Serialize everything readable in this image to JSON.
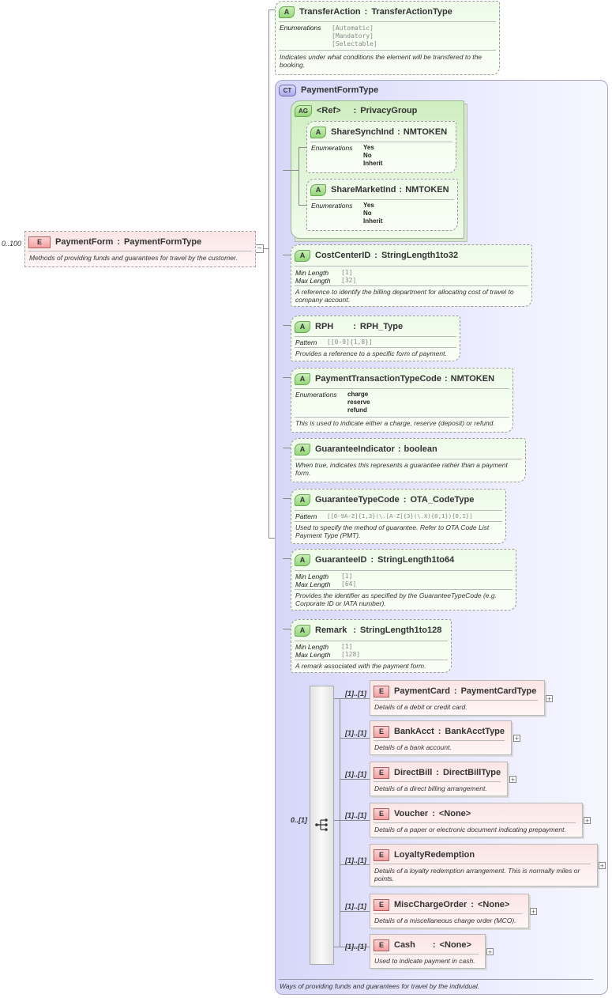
{
  "root": {
    "badge": "E",
    "name": "PaymentForm",
    "type": "PaymentFormType",
    "occurrence": "0..100",
    "description": "Methods of providing funds and guarantees for travel by the customer."
  },
  "transfer_action": {
    "badge": "A",
    "name": "TransferAction",
    "type": "TransferActionType",
    "enum_label": "Enumerations",
    "enums": [
      "[Automatic]",
      "[Mandatory]",
      "[Selectable]"
    ],
    "description": "Indicates under what conditions the element will be transfered to the booking."
  },
  "complex_type": {
    "badge": "CT",
    "name": "PaymentFormType",
    "description": "Ways of providing funds and guarantees for travel by the individual."
  },
  "privacy_group": {
    "badge": "AG",
    "ref": "<Ref>",
    "name": "PrivacyGroup",
    "attrs": [
      {
        "badge": "A",
        "name": "ShareSynchInd",
        "type": "NMTOKEN",
        "enum_label": "Enumerations",
        "enums": [
          "Yes",
          "No",
          "Inherit"
        ]
      },
      {
        "badge": "A",
        "name": "ShareMarketInd",
        "type": "NMTOKEN",
        "enum_label": "Enumerations",
        "enums": [
          "Yes",
          "No",
          "Inherit"
        ]
      }
    ]
  },
  "attributes": [
    {
      "badge": "A",
      "name": "CostCenterID",
      "type": "StringLength1to32",
      "facets": [
        {
          "label": "Min Length",
          "value": "[1]"
        },
        {
          "label": "Max Length",
          "value": "[32]"
        }
      ],
      "description": "A reference to identify the billing department for allocating cost of travel to company account."
    },
    {
      "badge": "A",
      "name": "RPH",
      "type": "RPH_Type",
      "facets": [
        {
          "label": "Pattern",
          "value": "[[0-9]{1,8}]"
        }
      ],
      "description": "Provides a reference to a specific form of payment."
    },
    {
      "badge": "A",
      "name": "PaymentTransactionTypeCode",
      "type": "NMTOKEN",
      "enum_label": "Enumerations",
      "enums": [
        "charge",
        "reserve",
        "refund"
      ],
      "description": "This is used to indicate either a charge, reserve (deposit) or refund."
    },
    {
      "badge": "A",
      "name": "GuaranteeIndicator",
      "type": "boolean",
      "description": "When true, indicates this represents a guarantee rather than a payment form."
    },
    {
      "badge": "A",
      "name": "GuaranteeTypeCode",
      "type": "OTA_CodeType",
      "facets": [
        {
          "label": "Pattern",
          "value": "[[0-9A-Z]{1,3}(\\.[A-Z]{3}(\\.X){0,1}){0,1}]"
        }
      ],
      "description": "Used to specify the method of guarantee. Refer to OTA Code List Payment Type (PMT)."
    },
    {
      "badge": "A",
      "name": "GuaranteeID",
      "type": "StringLength1to64",
      "facets": [
        {
          "label": "Min Length",
          "value": "[1]"
        },
        {
          "label": "Max Length",
          "value": "[64]"
        }
      ],
      "description": "Provides the identifier as specified by the GuaranteeTypeCode (e.g. Corporate ID or IATA number)."
    },
    {
      "badge": "A",
      "name": "Remark",
      "type": "StringLength1to128",
      "facets": [
        {
          "label": "Min Length",
          "value": "[1]"
        },
        {
          "label": "Max Length",
          "value": "[128]"
        }
      ],
      "description": "A remark associated with the payment form."
    }
  ],
  "choice": {
    "occurrence": "0..[1]",
    "elements": [
      {
        "badge": "E",
        "name": "PaymentCard",
        "type": "PaymentCardType",
        "occurrence": "[1]..[1]",
        "description": "Details of a debit or credit card."
      },
      {
        "badge": "E",
        "name": "BankAcct",
        "type": "BankAcctType",
        "occurrence": "[1]..[1]",
        "description": "Details of a bank account."
      },
      {
        "badge": "E",
        "name": "DirectBill",
        "type": "DirectBillType",
        "occurrence": "[1]..[1]",
        "description": "Details of a direct billing arrangement."
      },
      {
        "badge": "E",
        "name": "Voucher",
        "type": "<None>",
        "occurrence": "[1]..[1]",
        "description": "Details of a paper or electronic document indicating prepayment."
      },
      {
        "badge": "E",
        "name": "LoyaltyRedemption",
        "type": "",
        "occurrence": "[1]..[1]",
        "description": "Details of a loyalty redemption arrangement. This is normally miles or points."
      },
      {
        "badge": "E",
        "name": "MiscChargeOrder",
        "type": "<None>",
        "occurrence": "[1]..[1]",
        "description": "Details of a miscellaneous charge order (MCO)."
      },
      {
        "badge": "E",
        "name": "Cash",
        "type": "<None>",
        "occurrence": "[1]..[1]",
        "description": "Used to indicate payment in cash."
      }
    ]
  },
  "symbols": {
    "sep": ":",
    "expand": "+",
    "collapse": "−"
  }
}
